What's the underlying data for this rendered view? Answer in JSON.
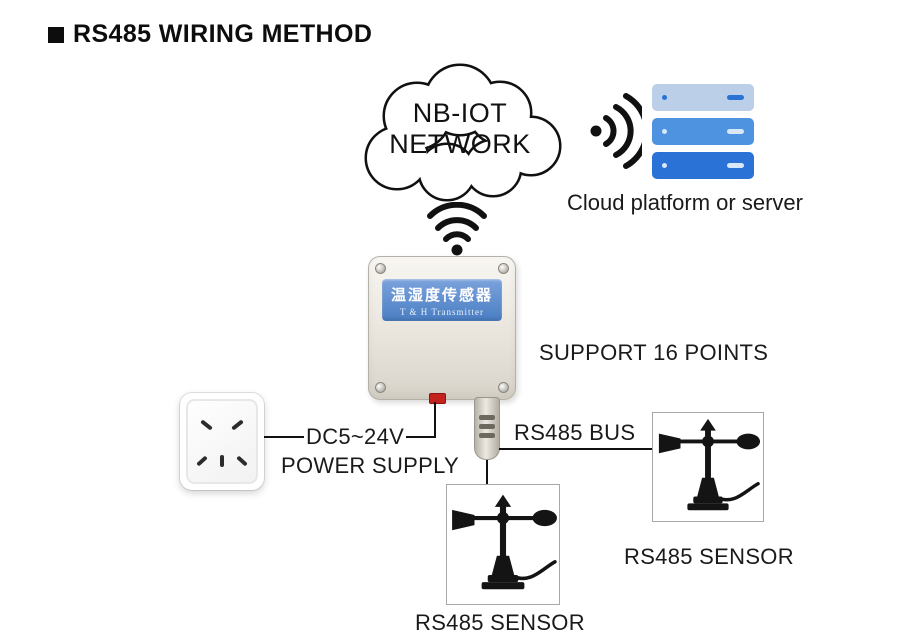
{
  "title": {
    "text": "RS485 WIRING METHOD"
  },
  "cloud": {
    "line1": "NB-IOT",
    "line2": "NETWORK"
  },
  "server": {
    "caption": "Cloud platform or server"
  },
  "device": {
    "label_cn": "温湿度传感器",
    "label_en": "T & H Transmitter"
  },
  "annotations": {
    "support": "SUPPORT 16 POINTS",
    "power_line1": "DC5~24V",
    "power_line2": "POWER SUPPLY",
    "bus": "RS485 BUS",
    "sensor_right_label": "RS485 SENSOR",
    "sensor_bottom_label": "RS485 SENSOR"
  },
  "icons": {
    "cloud": "cloud-outline-icon",
    "signal": "wireless-signal-icon",
    "wifi": "wifi-icon",
    "server": "server-stack-icon",
    "sensor": "anemometer-sensor-icon",
    "socket": "wall-socket-icon"
  },
  "colors": {
    "accent_blue": "#2b72d7",
    "server_top": "#bccfe8",
    "server_mid": "#4e93e0",
    "server_bottom": "#2b72d7",
    "device_band_blue": "#4a7ec3",
    "connector_red": "#c3231c",
    "line_black": "#111111"
  }
}
